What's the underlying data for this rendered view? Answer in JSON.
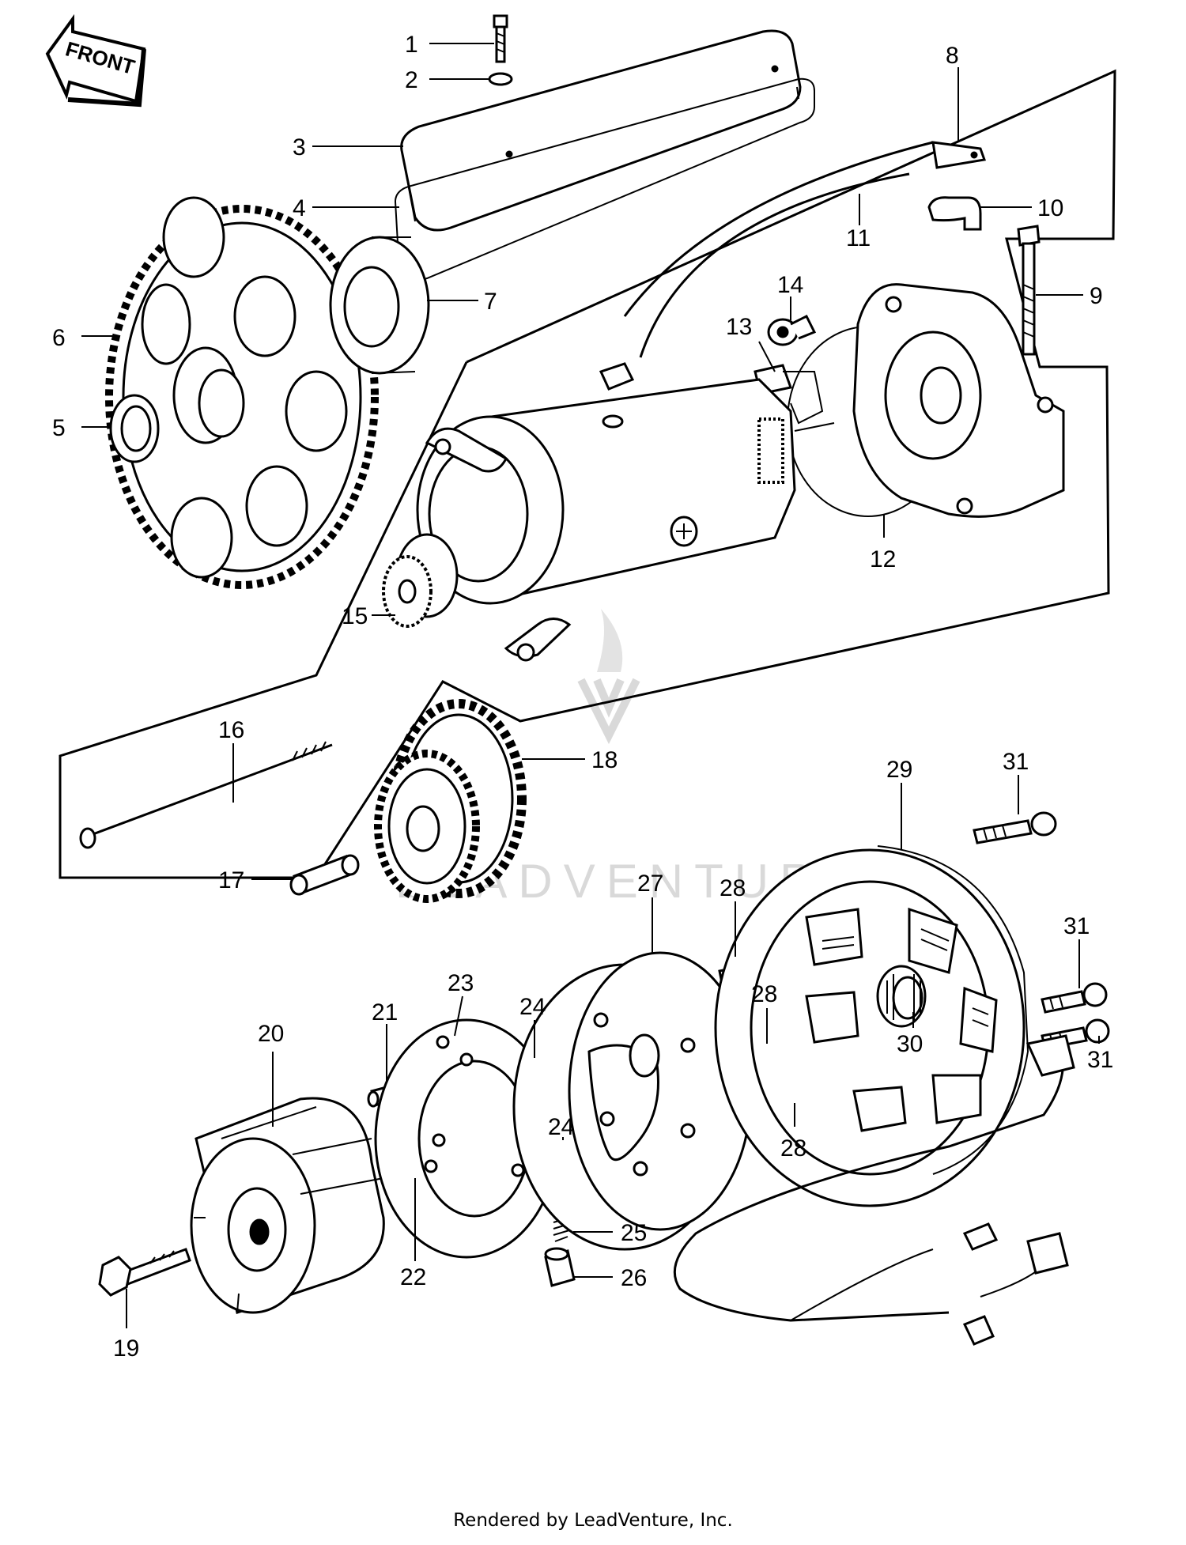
{
  "badge": {
    "front_label": "FRONT"
  },
  "watermark": {
    "text": "LEADVENTURE"
  },
  "footer": {
    "credit": "Rendered by LeadVenture, Inc."
  },
  "callouts": [
    {
      "id": "1",
      "label": "1"
    },
    {
      "id": "2",
      "label": "2"
    },
    {
      "id": "3",
      "label": "3"
    },
    {
      "id": "4",
      "label": "4"
    },
    {
      "id": "5",
      "label": "5"
    },
    {
      "id": "6",
      "label": "6"
    },
    {
      "id": "7",
      "label": "7"
    },
    {
      "id": "8",
      "label": "8"
    },
    {
      "id": "9",
      "label": "9"
    },
    {
      "id": "10",
      "label": "10"
    },
    {
      "id": "11",
      "label": "11"
    },
    {
      "id": "12",
      "label": "12"
    },
    {
      "id": "13",
      "label": "13"
    },
    {
      "id": "14",
      "label": "14"
    },
    {
      "id": "15",
      "label": "15"
    },
    {
      "id": "16",
      "label": "16"
    },
    {
      "id": "17",
      "label": "17"
    },
    {
      "id": "18",
      "label": "18"
    },
    {
      "id": "19",
      "label": "19"
    },
    {
      "id": "20",
      "label": "20"
    },
    {
      "id": "21",
      "label": "21"
    },
    {
      "id": "22",
      "label": "22"
    },
    {
      "id": "23",
      "label": "23"
    },
    {
      "id": "24a",
      "label": "24"
    },
    {
      "id": "24b",
      "label": "24"
    },
    {
      "id": "25",
      "label": "25"
    },
    {
      "id": "26",
      "label": "26"
    },
    {
      "id": "27",
      "label": "27"
    },
    {
      "id": "28a",
      "label": "28"
    },
    {
      "id": "28b",
      "label": "28"
    },
    {
      "id": "28c",
      "label": "28"
    },
    {
      "id": "29",
      "label": "29"
    },
    {
      "id": "30",
      "label": "30"
    },
    {
      "id": "31a",
      "label": "31"
    },
    {
      "id": "31b",
      "label": "31"
    },
    {
      "id": "31c",
      "label": "31"
    }
  ]
}
